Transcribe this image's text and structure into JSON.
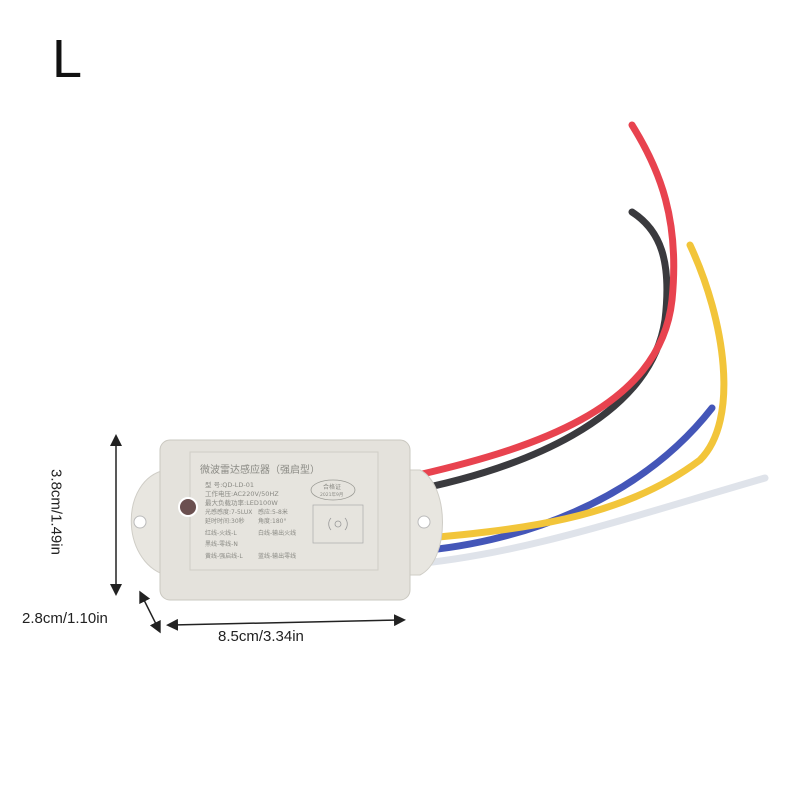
{
  "variant_label": "L",
  "dimensions": {
    "height": "3.8cm/1.49in",
    "depth": "2.8cm/1.10in",
    "width": "8.5cm/3.34in"
  },
  "product_label": {
    "title": "微波雷达感应器（强启型）",
    "model": "型 号:QD-LD-01",
    "voltage": "工作电压:AC220V/50HZ",
    "load": "最大负载功率:LED100W",
    "light": "光感感度:7-5LUX",
    "height_range": "感应:5-8米",
    "delay": "延时时间:30秒",
    "angle": "角度:180°",
    "wire_red": "红线-火线-L",
    "wire_white": "白线-输出火线",
    "wire_black": "黑线-零线-N",
    "wire_yellow": "黄线-强启线-L",
    "wire_blue": "蓝线-输出零线",
    "cert": "合格证",
    "cert_date": "2021年9月"
  },
  "colors": {
    "housing": "#e4e2dc",
    "red": "#e8434f",
    "black": "#3a3a3e",
    "yellow": "#f2c53a",
    "blue": "#4456b8",
    "white": "#e8ecf2"
  }
}
